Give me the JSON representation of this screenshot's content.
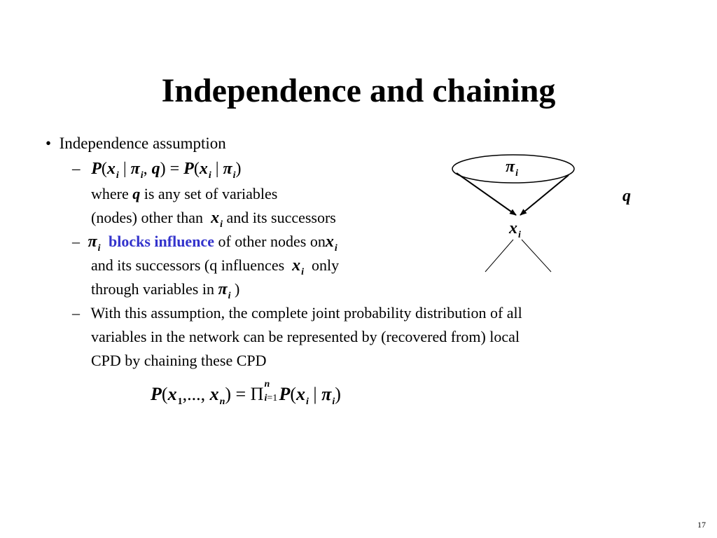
{
  "slide": {
    "title": "Independence and chaining",
    "page_number": "17"
  },
  "bullets": {
    "main": "Independence assumption",
    "sub1_where_line1_prefix": "where ",
    "sub1_where_var": "q",
    "sub1_where_line1_suffix": " is any set of variables",
    "sub1_where_line2_prefix": "(nodes) other than",
    "sub1_where_line2_suffix": "and its successors",
    "sub2_highlight": "blocks influence",
    "sub2_line1_suffix": "of other nodes on",
    "sub2_line2_prefix": "and its successors (q influences",
    "sub2_line2_suffix": "only",
    "sub2_line3_prefix": "through variables in",
    "sub2_line3_suffix": ")",
    "sub3_line1": "With this assumption, the complete  joint probability distribution of all",
    "sub3_line2": "variables in the network can be represented by (recovered from) local",
    "sub3_line3": "CPD by chaining these CPD"
  },
  "diagram": {
    "parent_label": "π",
    "child_label": "x",
    "index": "i",
    "q_label": "q"
  }
}
